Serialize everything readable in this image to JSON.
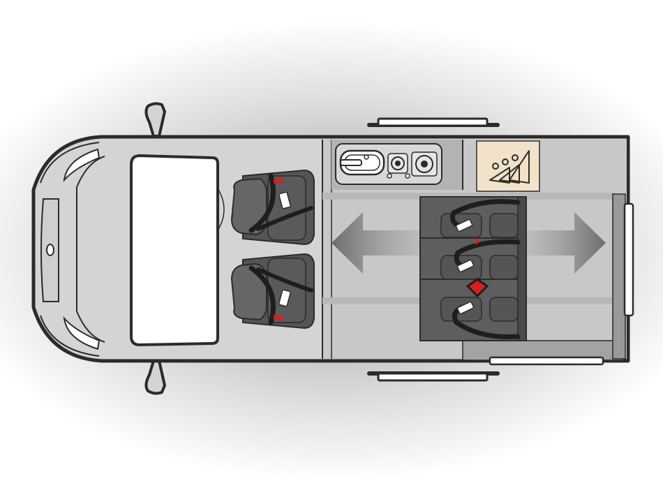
{
  "diagram": {
    "title": "",
    "colors": {
      "outline": "#2b2b2b",
      "body": "#d4d4d4",
      "floor": "#c6c6c6",
      "seat": "#5f5f5f",
      "seat_dark": "#444444",
      "belt_buckle_red": "#d42020",
      "wardrobe": "#f1e2c8",
      "arrow": "#6f6f6f",
      "white": "#ffffff"
    },
    "icons": [
      "van-outline-icon",
      "windscreen-icon",
      "mirror-icon",
      "cab-seat-icon",
      "seatbelt-icon",
      "sink-icon",
      "hob-icon",
      "wardrobe-hanger-icon",
      "double-arrow-icon",
      "rear-bench-icon",
      "sliding-door-icon"
    ],
    "layout_elements": {
      "cab_seats": 2,
      "rear_bench_seats": 3,
      "hob_burners": 2,
      "hangers": 3
    }
  }
}
